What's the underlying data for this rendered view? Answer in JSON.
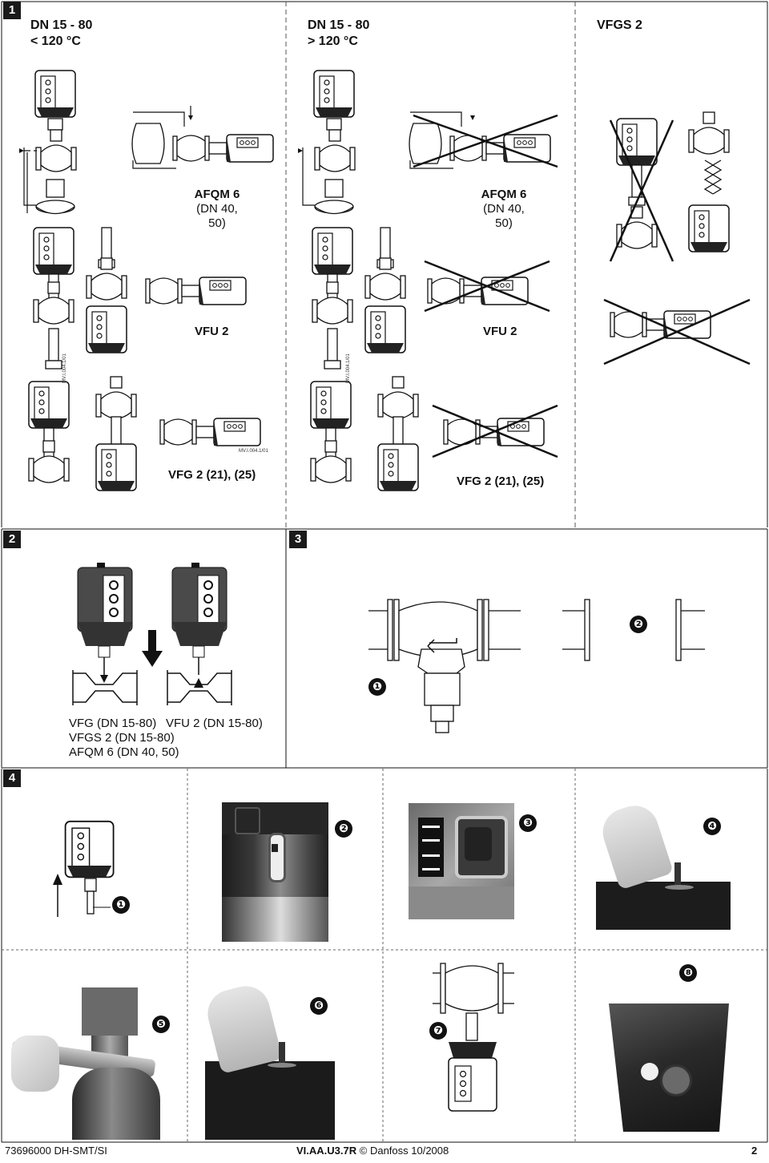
{
  "section1": {
    "badge": "1",
    "col1_header": [
      "DN 15 - 80",
      "< 120 °C"
    ],
    "col2_header": [
      "DN 15 - 80",
      "> 120 °C"
    ],
    "col3_header": "VFGS 2",
    "afqm_label_1": [
      "AFQM 6",
      "(DN 40, 50)"
    ],
    "afqm_label_2": [
      "AFQM 6",
      "(DN 40, 50)"
    ],
    "vfu_label_1": "VFU 2",
    "vfu_label_2": "VFU 2",
    "vfg_label_1": "VFG 2 (21), (25)",
    "vfg_label_2": "VFG 2 (21), (25)",
    "stamp": "MV.I.004.1/01"
  },
  "section2": {
    "badge": "2",
    "captions": [
      "VFG (DN 15-80)",
      "VFGS 2 (DN 15-80)",
      "AFQM 6 (DN 40, 50)",
      "VFU 2 (DN 15-80)"
    ]
  },
  "section3": {
    "badge": "3",
    "markers": [
      "❶",
      "❷"
    ]
  },
  "section4": {
    "badge": "4",
    "markers": [
      "❶",
      "❷",
      "❸",
      "❹",
      "❺",
      "❻",
      "❼",
      "❽"
    ]
  },
  "footer": {
    "left": "73696000 DH-SMT/SI",
    "code": "VI.AA.U3.7R",
    "copyright": "© Danfoss 10/2008",
    "page": "2"
  }
}
